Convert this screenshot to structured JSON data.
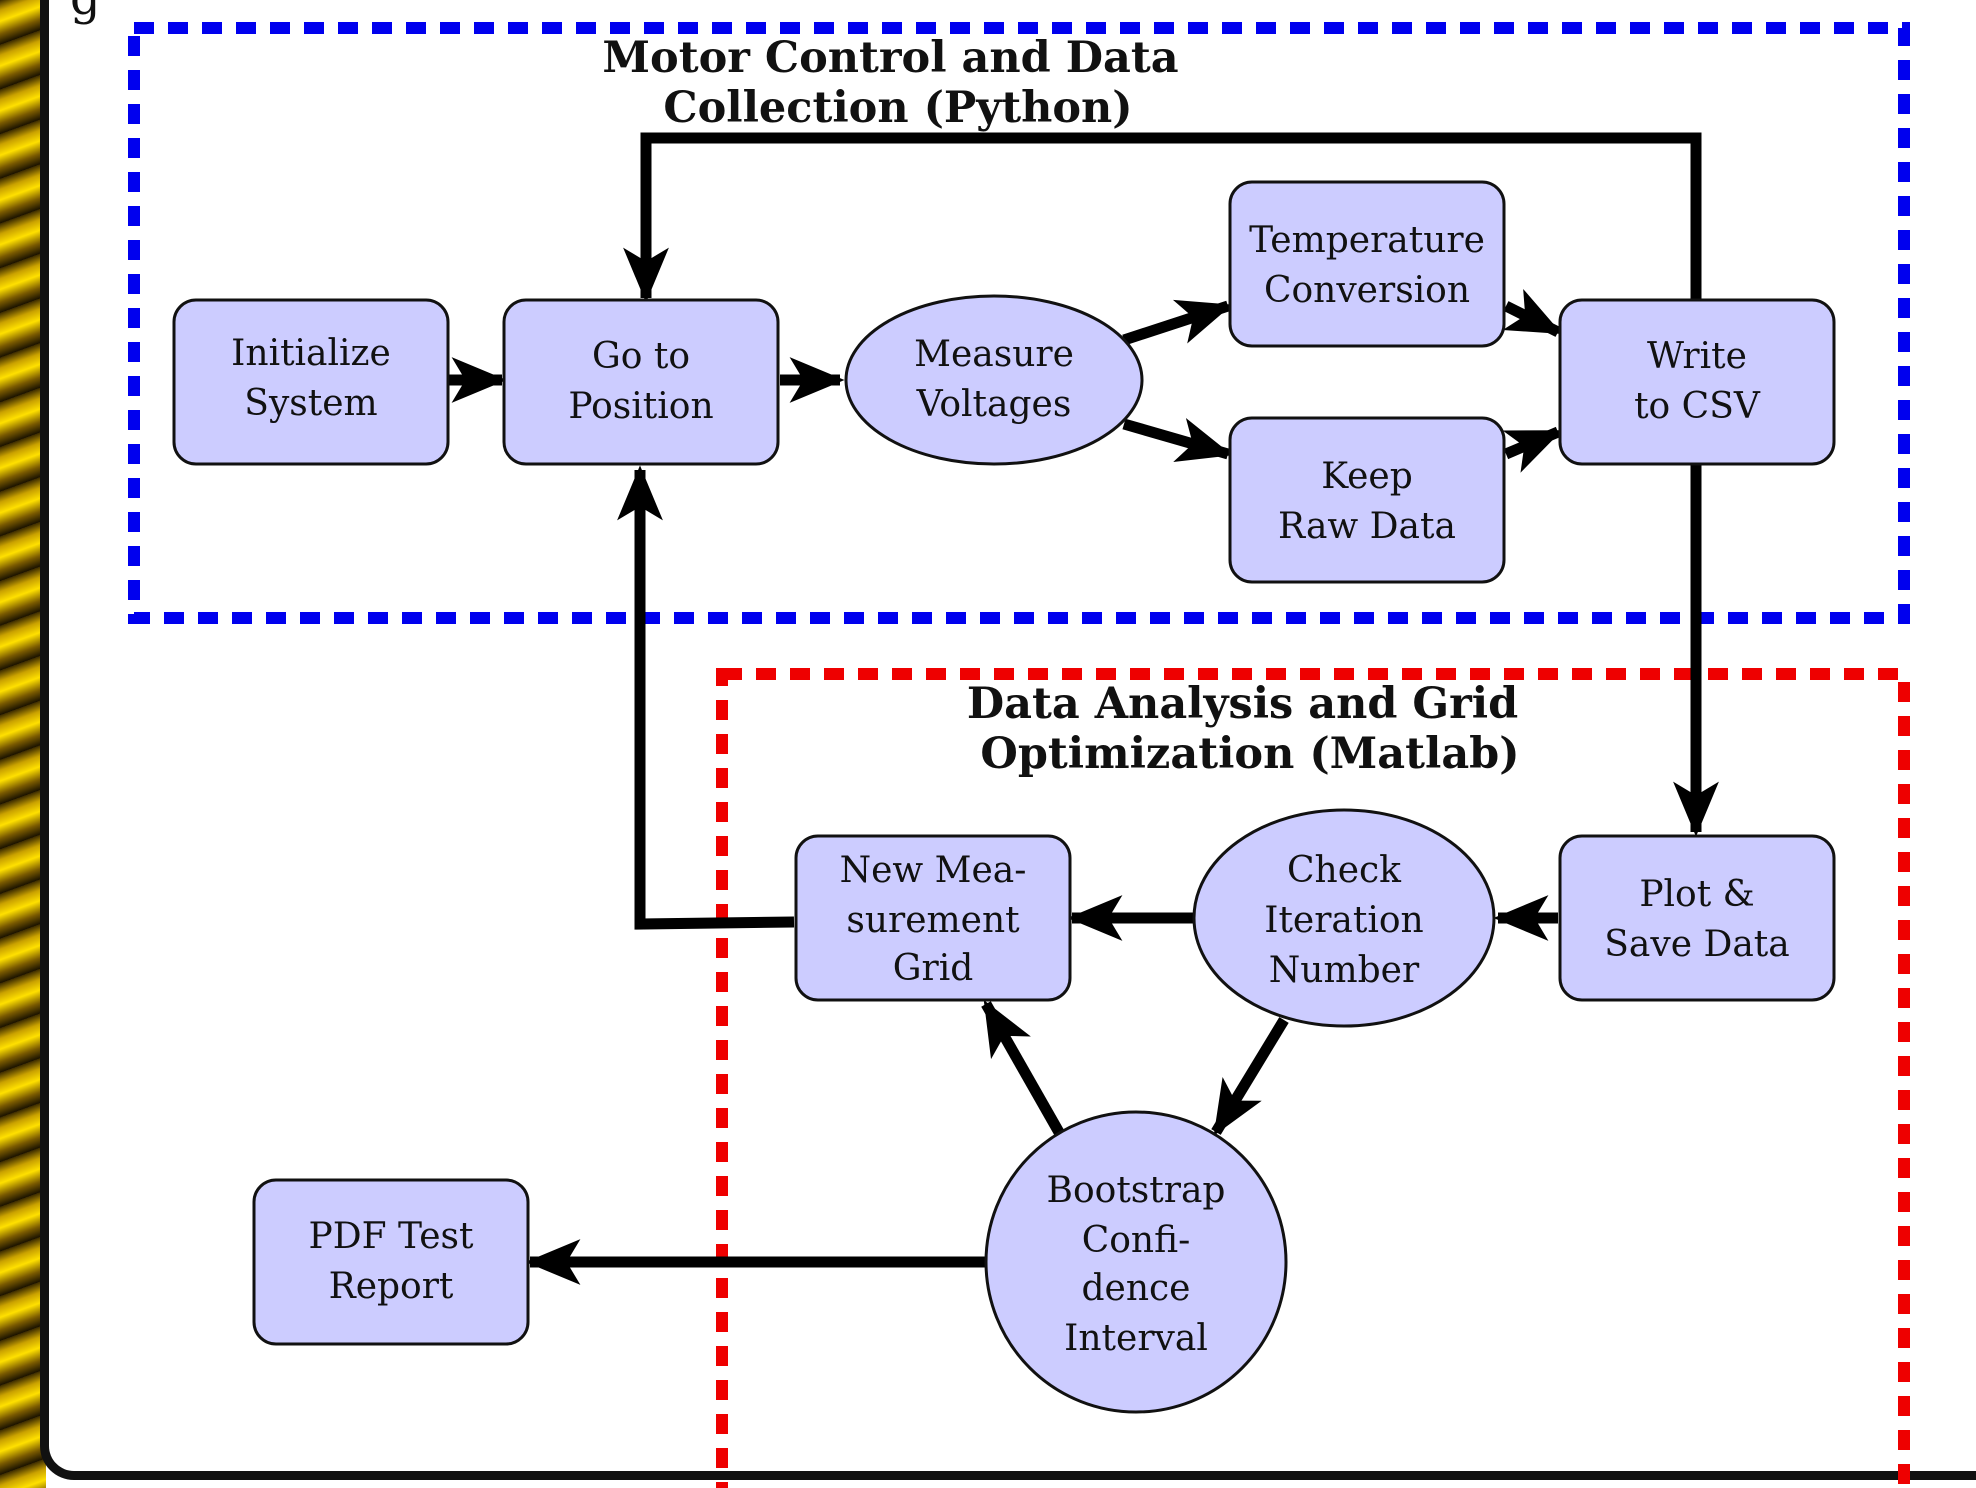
{
  "heading_fragment": "g",
  "colors": {
    "node_fill": "#ccccff",
    "node_stroke": "#111111",
    "python_group_border": "#0000ee",
    "matlab_group_border": "#ee0000",
    "arrow": "#000000"
  },
  "groups": {
    "python": {
      "title_lines": [
        "Motor Control and Data",
        "Collection (Python)"
      ]
    },
    "matlab": {
      "title_lines": [
        "Data Analysis and Grid",
        "Optimization (Matlab)"
      ]
    }
  },
  "nodes": {
    "initialize": {
      "shape": "rounded-rect",
      "lines": [
        "Initialize",
        "System"
      ]
    },
    "go_to_position": {
      "shape": "rounded-rect",
      "lines": [
        "Go to",
        "Position"
      ]
    },
    "measure": {
      "shape": "ellipse",
      "lines": [
        "Measure",
        "Voltages"
      ]
    },
    "temperature": {
      "shape": "rounded-rect",
      "lines": [
        "Temperature",
        "Conversion"
      ]
    },
    "keep_raw": {
      "shape": "rounded-rect",
      "lines": [
        "Keep",
        "Raw Data"
      ]
    },
    "write_csv": {
      "shape": "rounded-rect",
      "lines": [
        "Write",
        "to CSV"
      ]
    },
    "plot_save": {
      "shape": "rounded-rect",
      "lines": [
        "Plot &",
        "Save Data"
      ]
    },
    "check_iter": {
      "shape": "ellipse",
      "lines": [
        "Check",
        "Iteration",
        "Number"
      ]
    },
    "new_grid": {
      "shape": "rounded-rect",
      "lines": [
        "New Mea-",
        "surement",
        "Grid"
      ]
    },
    "bootstrap": {
      "shape": "circle",
      "lines": [
        "Bootstrap",
        "Confi-",
        "dence",
        "Interval"
      ]
    },
    "pdf_report": {
      "shape": "rounded-rect",
      "lines": [
        "PDF Test",
        "Report"
      ]
    }
  },
  "edges": [
    {
      "from": "initialize",
      "to": "go_to_position"
    },
    {
      "from": "go_to_position",
      "to": "measure"
    },
    {
      "from": "measure",
      "to": "temperature"
    },
    {
      "from": "measure",
      "to": "keep_raw"
    },
    {
      "from": "temperature",
      "to": "write_csv"
    },
    {
      "from": "keep_raw",
      "to": "write_csv"
    },
    {
      "from": "write_csv",
      "to": "go_to_position"
    },
    {
      "from": "write_csv",
      "to": "plot_save"
    },
    {
      "from": "plot_save",
      "to": "check_iter"
    },
    {
      "from": "check_iter",
      "to": "new_grid"
    },
    {
      "from": "check_iter",
      "to": "bootstrap"
    },
    {
      "from": "bootstrap",
      "to": "new_grid"
    },
    {
      "from": "new_grid",
      "to": "go_to_position"
    },
    {
      "from": "bootstrap",
      "to": "pdf_report"
    }
  ]
}
